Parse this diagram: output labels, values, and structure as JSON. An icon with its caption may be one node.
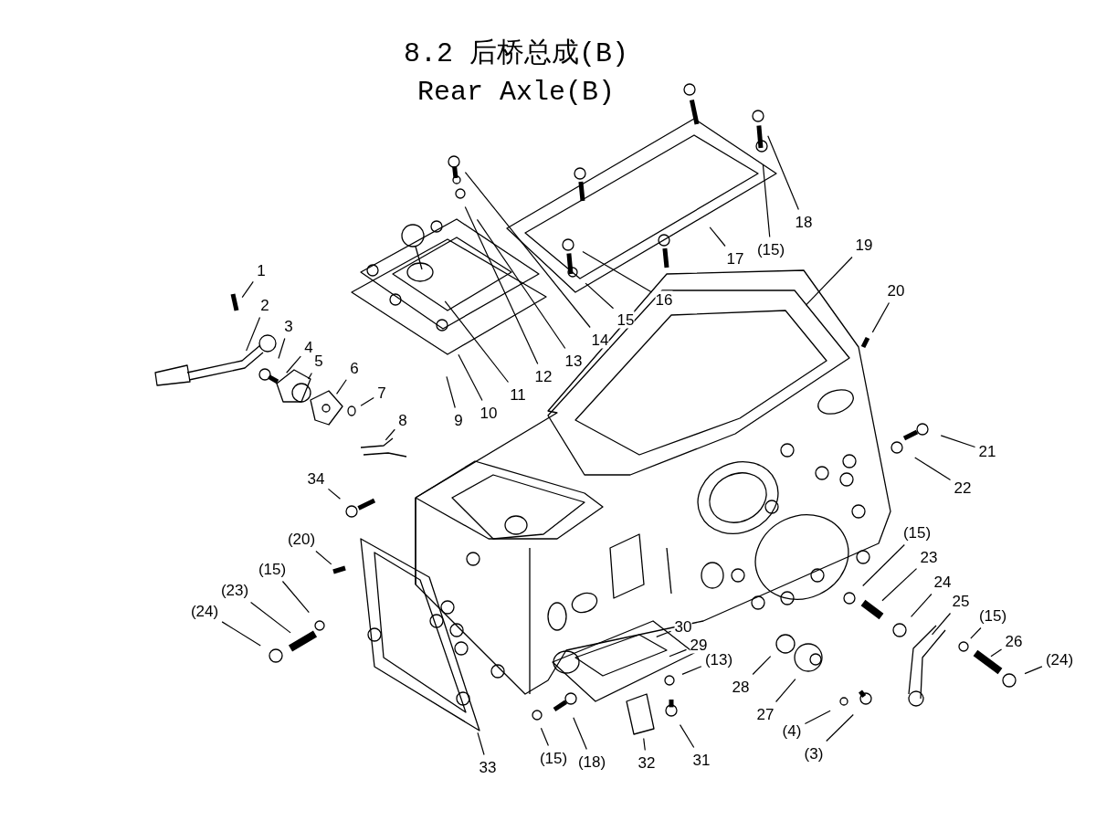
{
  "diagram": {
    "title": "8.2 后桥总成(B)",
    "labels": [
      "Rear Axle(B)"
    ],
    "nodes": [
      {
        "text": [
          "1"
        ]
      },
      {
        "text": [
          "2"
        ]
      },
      {
        "text": [
          "3"
        ]
      },
      {
        "text": [
          "4"
        ]
      },
      {
        "text": [
          "5"
        ]
      },
      {
        "text": [
          "6"
        ]
      },
      {
        "text": [
          "7"
        ]
      },
      {
        "text": [
          "8"
        ]
      },
      {
        "text": [
          "9"
        ]
      },
      {
        "text": [
          "10"
        ]
      },
      {
        "text": [
          "11"
        ]
      },
      {
        "text": [
          "12"
        ]
      },
      {
        "text": [
          "13"
        ]
      },
      {
        "text": [
          "14"
        ]
      },
      {
        "text": [
          "15"
        ]
      },
      {
        "text": [
          "16"
        ]
      },
      {
        "text": [
          "17"
        ]
      },
      {
        "text": [
          "(15)"
        ]
      },
      {
        "text": [
          "18"
        ]
      },
      {
        "text": [
          "19"
        ]
      },
      {
        "text": [
          "20"
        ]
      },
      {
        "text": [
          "21"
        ]
      },
      {
        "text": [
          "22"
        ]
      },
      {
        "text": [
          "(15)"
        ]
      },
      {
        "text": [
          "23"
        ]
      },
      {
        "text": [
          "24"
        ]
      },
      {
        "text": [
          "25"
        ]
      },
      {
        "text": [
          "(15)"
        ]
      },
      {
        "text": [
          "26"
        ]
      },
      {
        "text": [
          "(24)"
        ]
      },
      {
        "text": [
          "28"
        ]
      },
      {
        "text": [
          "27"
        ]
      },
      {
        "text": [
          "(4)"
        ]
      },
      {
        "text": [
          "(3)"
        ]
      },
      {
        "text": [
          "30"
        ]
      },
      {
        "text": [
          "29"
        ]
      },
      {
        "text": [
          "(13)"
        ]
      },
      {
        "text": [
          "31"
        ]
      },
      {
        "text": [
          "32"
        ]
      },
      {
        "text": [
          "(18)"
        ]
      },
      {
        "text": [
          "(15)"
        ]
      },
      {
        "text": [
          "33"
        ]
      },
      {
        "text": [
          "34"
        ]
      },
      {
        "text": [
          "(20)"
        ]
      },
      {
        "text": [
          "(15)"
        ]
      },
      {
        "text": [
          "(23)"
        ]
      },
      {
        "text": [
          "(24)"
        ]
      }
    ],
    "edges": [
      {
        "from": 0,
        "to": null,
        "arrow": "none"
      },
      {
        "from": 1,
        "to": null,
        "arrow": "none"
      },
      {
        "from": 2,
        "to": null,
        "arrow": "none"
      },
      {
        "from": 3,
        "to": null,
        "arrow": "none"
      },
      {
        "from": 4,
        "to": null,
        "arrow": "none"
      },
      {
        "from": 5,
        "to": null,
        "arrow": "none"
      },
      {
        "from": 6,
        "to": null,
        "arrow": "none"
      },
      {
        "from": 7,
        "to": null,
        "arrow": "none"
      },
      {
        "from": 8,
        "to": null,
        "arrow": "none"
      },
      {
        "from": 9,
        "to": null,
        "arrow": "none"
      },
      {
        "from": 10,
        "to": null,
        "arrow": "none"
      },
      {
        "from": 11,
        "to": null,
        "arrow": "none"
      },
      {
        "from": 12,
        "to": null,
        "arrow": "none"
      },
      {
        "from": 13,
        "to": null,
        "arrow": "none"
      },
      {
        "from": 14,
        "to": null,
        "arrow": "none"
      },
      {
        "from": 15,
        "to": null,
        "arrow": "none"
      },
      {
        "from": 16,
        "to": null,
        "arrow": "none"
      },
      {
        "from": 17,
        "to": null,
        "arrow": "none"
      },
      {
        "from": 18,
        "to": null,
        "arrow": "none"
      },
      {
        "from": 19,
        "to": null,
        "arrow": "none"
      },
      {
        "from": 20,
        "to": null,
        "arrow": "none"
      },
      {
        "from": 21,
        "to": null,
        "arrow": "none"
      },
      {
        "from": 22,
        "to": null,
        "arrow": "none"
      },
      {
        "from": 23,
        "to": null,
        "arrow": "none"
      },
      {
        "from": 24,
        "to": null,
        "arrow": "none"
      },
      {
        "from": 25,
        "to": null,
        "arrow": "none"
      },
      {
        "from": 26,
        "to": null,
        "arrow": "none"
      },
      {
        "from": 27,
        "to": null,
        "arrow": "none"
      },
      {
        "from": 28,
        "to": null,
        "arrow": "none"
      },
      {
        "from": 29,
        "to": null,
        "arrow": "none"
      },
      {
        "from": 30,
        "to": null,
        "arrow": "none"
      },
      {
        "from": 31,
        "to": null,
        "arrow": "none"
      },
      {
        "from": 32,
        "to": null,
        "arrow": "none"
      },
      {
        "from": 33,
        "to": null,
        "arrow": "none"
      },
      {
        "from": 34,
        "to": null,
        "arrow": "none"
      },
      {
        "from": 35,
        "to": null,
        "arrow": "none"
      },
      {
        "from": 36,
        "to": null,
        "arrow": "none"
      },
      {
        "from": 37,
        "to": null,
        "arrow": "none"
      },
      {
        "from": 38,
        "to": null,
        "arrow": "none"
      },
      {
        "from": 39,
        "to": null,
        "arrow": "none"
      },
      {
        "from": 40,
        "to": null,
        "arrow": "none"
      },
      {
        "from": 41,
        "to": null,
        "arrow": "none"
      },
      {
        "from": 42,
        "to": null,
        "arrow": "none"
      },
      {
        "from": 43,
        "to": null,
        "arrow": "none"
      },
      {
        "from": 44,
        "to": null,
        "arrow": "none"
      },
      {
        "from": 45,
        "to": null,
        "arrow": "none"
      },
      {
        "from": 46,
        "to": null,
        "arrow": "none"
      }
    ]
  }
}
